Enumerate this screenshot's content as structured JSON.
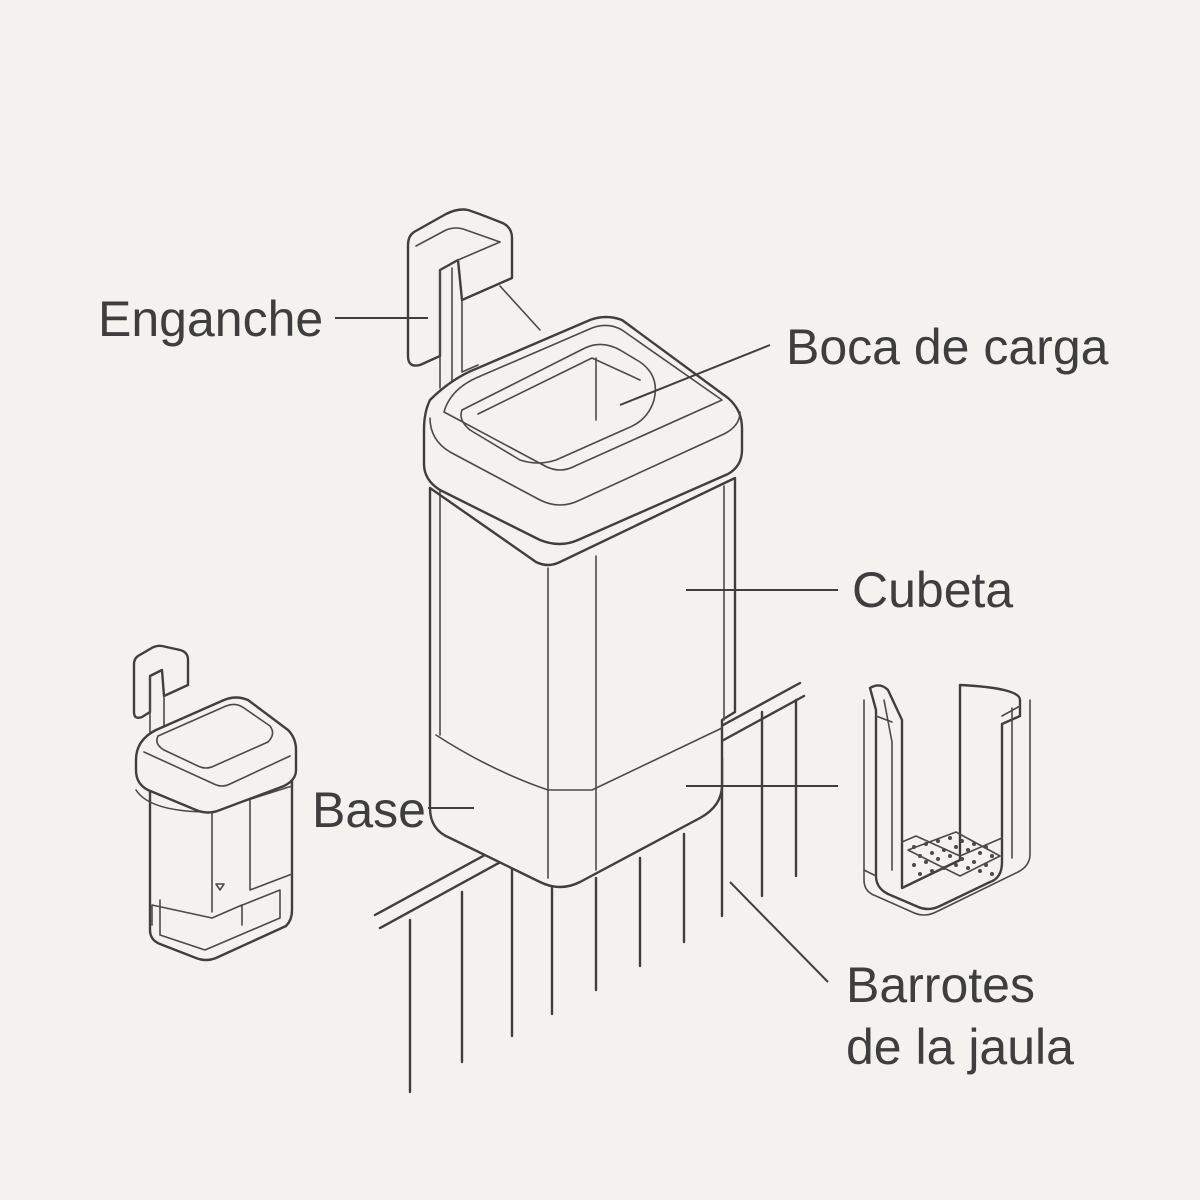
{
  "labels": {
    "hook": "Enganche",
    "loading_mouth": "Boca de carga",
    "tray": "Cubeta",
    "base": "Base",
    "bars_line1": "Barrotes",
    "bars_line2": "de la jaula"
  },
  "colors": {
    "background": "#f3f2ee",
    "line": "#3f3f3f",
    "text": "#3e3e3e"
  }
}
